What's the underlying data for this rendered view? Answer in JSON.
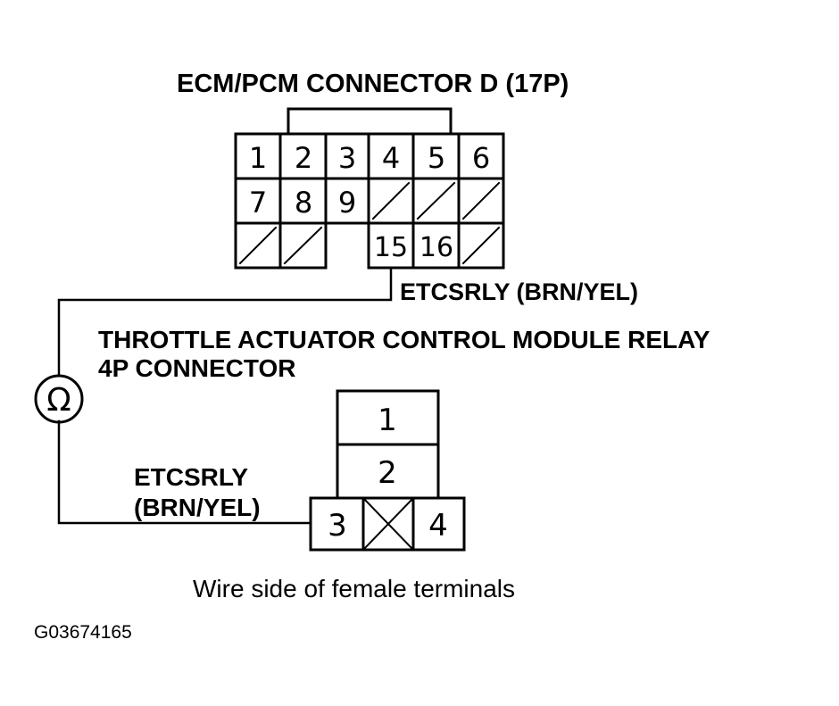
{
  "ecm_connector": {
    "title": "ECM/PCM CONNECTOR D (17P)",
    "pins": [
      "1",
      "2",
      "3",
      "4",
      "5",
      "6",
      "7",
      "8",
      "9",
      "15",
      "16"
    ],
    "wire_label": "ETCSRLY (BRN/YEL)"
  },
  "relay_connector": {
    "title_line1": "THROTTLE ACTUATOR CONTROL MODULE RELAY",
    "title_line2": "4P CONNECTOR",
    "pins": [
      "1",
      "2",
      "3",
      "4"
    ],
    "wire_label_line1": "ETCSRLY",
    "wire_label_line2": "(BRN/YEL)"
  },
  "meter": {
    "symbol": "Ω"
  },
  "caption": "Wire side of female terminals",
  "figure_id": "G03674165"
}
